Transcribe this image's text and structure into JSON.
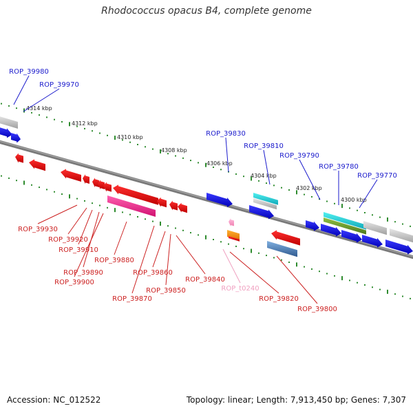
{
  "title": "Rhodococcus opacus B4, complete genome",
  "footer": {
    "accession": "Accession: NC_012522",
    "summary": "Topology: linear; Length: 7,913,450 bp; Genes: 7,307"
  },
  "colors": {
    "background": "#ffffff",
    "backbone": "#808080",
    "tick": "#2e8b2e",
    "forward_label": "#1a1acc",
    "reverse_label": "#cc2020",
    "rna_label": "#f0a0c0"
  },
  "scale_labels": [
    "4314 kbp",
    "4312 kbp",
    "4310 kbp",
    "4308 kbp",
    "4306 kbp",
    "4304 kbp",
    "4302 kbp",
    "4300 kbp"
  ],
  "forward_genes": [
    {
      "label": "ROP_39980"
    },
    {
      "label": "ROP_39970"
    },
    {
      "label": "ROP_39830"
    },
    {
      "label": "ROP_39810"
    },
    {
      "label": "ROP_39790"
    },
    {
      "label": "ROP_39780"
    },
    {
      "label": "ROP_39770"
    }
  ],
  "reverse_genes": [
    {
      "label": "ROP_39930"
    },
    {
      "label": "ROP_39920"
    },
    {
      "label": "ROP_39910"
    },
    {
      "label": "ROP_39890"
    },
    {
      "label": "ROP_39900"
    },
    {
      "label": "ROP_39880"
    },
    {
      "label": "ROP_39870"
    },
    {
      "label": "ROP_39860"
    },
    {
      "label": "ROP_39850"
    },
    {
      "label": "ROP_39840"
    },
    {
      "label": "ROP_t0240"
    },
    {
      "label": "ROP_39820"
    },
    {
      "label": "ROP_39800"
    }
  ]
}
